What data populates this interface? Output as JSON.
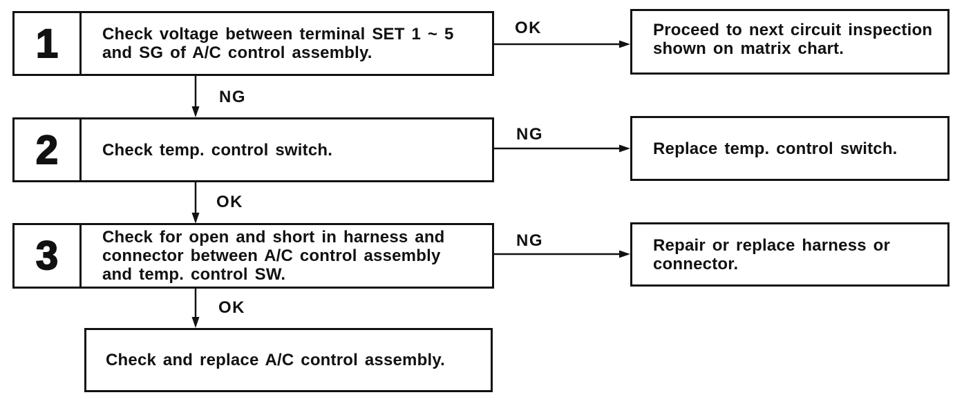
{
  "flowchart": {
    "steps": [
      {
        "number": "1",
        "lines": [
          "Check voltage between terminal SET 1 ~ 5",
          "and SG of A/C control assembly."
        ],
        "side_label": "OK",
        "side_result_lines": [
          "Proceed to next circuit inspection",
          "shown on matrix chart."
        ],
        "down_label": "NG"
      },
      {
        "number": "2",
        "lines": [
          "Check temp. control switch."
        ],
        "side_label": "NG",
        "side_result_lines": [
          "Replace temp. control switch."
        ],
        "down_label": "OK"
      },
      {
        "number": "3",
        "lines": [
          "Check for open and short in harness and",
          "connector between A/C control assembly",
          "and temp. control SW."
        ],
        "side_label": "NG",
        "side_result_lines": [
          "Repair or replace harness or",
          "connector."
        ],
        "down_label": "OK"
      }
    ],
    "final_box": {
      "lines": [
        "Check and replace A/C control assembly."
      ]
    },
    "colors": {
      "ink": "#111111",
      "paper": "#ffffff"
    }
  }
}
